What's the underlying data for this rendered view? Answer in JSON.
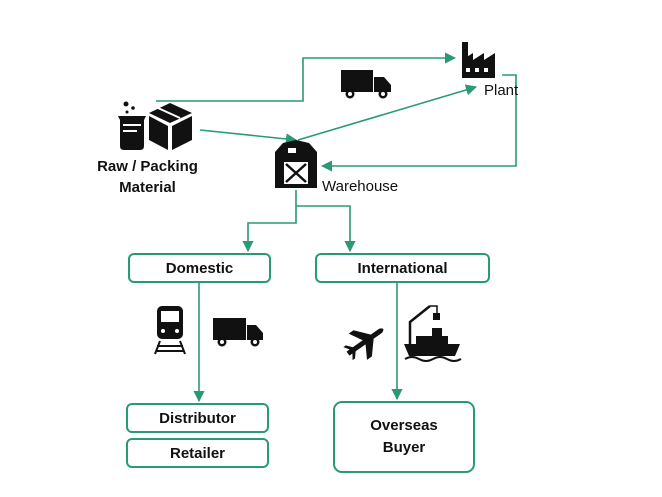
{
  "nodes": {
    "raw_material": {
      "line1": "Raw / Packing",
      "line2": "Material"
    },
    "plant": {
      "label": "Plant"
    },
    "warehouse": {
      "label": "Warehouse"
    },
    "domestic": {
      "label": "Domestic"
    },
    "international": {
      "label": "International"
    },
    "distributor": {
      "label": "Distributor"
    },
    "retailer": {
      "label": "Retailer"
    },
    "overseas_buyer": {
      "line1": "Overseas",
      "line2": "Buyer"
    }
  },
  "icons": {
    "raw_material": [
      "lab-beaker-icon",
      "package-box-icon"
    ],
    "plant": "factory-icon",
    "warehouse": "barn-warehouse-icon",
    "raw_to_plant_transport": "truck-icon",
    "domestic_transport": [
      "train-icon",
      "truck-icon"
    ],
    "international_transport": [
      "airplane-icon",
      "cargo-ship-icon"
    ]
  },
  "colors": {
    "connector": "#2a9a73",
    "icon": "#111111"
  }
}
